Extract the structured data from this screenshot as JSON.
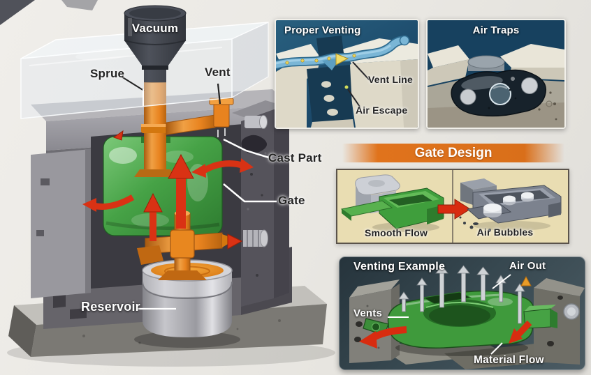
{
  "main_diagram": {
    "name": "Vacuum casting mold cutaway illustration",
    "labels": {
      "vacuum": "Vacuum",
      "sprue": "Sprue",
      "vent": "Vent",
      "cast_part": "Cast Part",
      "gate": "Gate",
      "reservoir": "Reservoir"
    }
  },
  "panels": {
    "proper_venting": {
      "title": "Proper Venting",
      "labels": {
        "vent_line": "Vent Line",
        "air_escape": "Air Escape"
      }
    },
    "air_traps": {
      "title": "Air Traps"
    },
    "gate_design": {
      "title": "Gate Design",
      "good_caption": "Smooth Flow",
      "bad_caption": "Air Bubbles"
    },
    "venting_example": {
      "title": "Venting Example",
      "labels": {
        "vents": "Vents",
        "air_out": "Air Out",
        "material_flow": "Material Flow"
      }
    }
  },
  "icons": {
    "flow_arrows": "red-curved-flow-arrow",
    "fill_arrows": "red-up-fill-arrow",
    "air_arrows": "gray-up-air-arrow",
    "vent_flow": "yellow-vent-arrow",
    "comparison": "red-right-arrow"
  },
  "colors": {
    "molten_orange": "#e8831f",
    "cast_green": "#46a246",
    "flow_red": "#d93214",
    "panel_navy": "#1d4f70",
    "vent_blue": "#7ab6d6",
    "banner_orange": "#e0731c",
    "gate_panel_tan": "#e9ddb2",
    "mold_gray": "#8c8b91"
  }
}
